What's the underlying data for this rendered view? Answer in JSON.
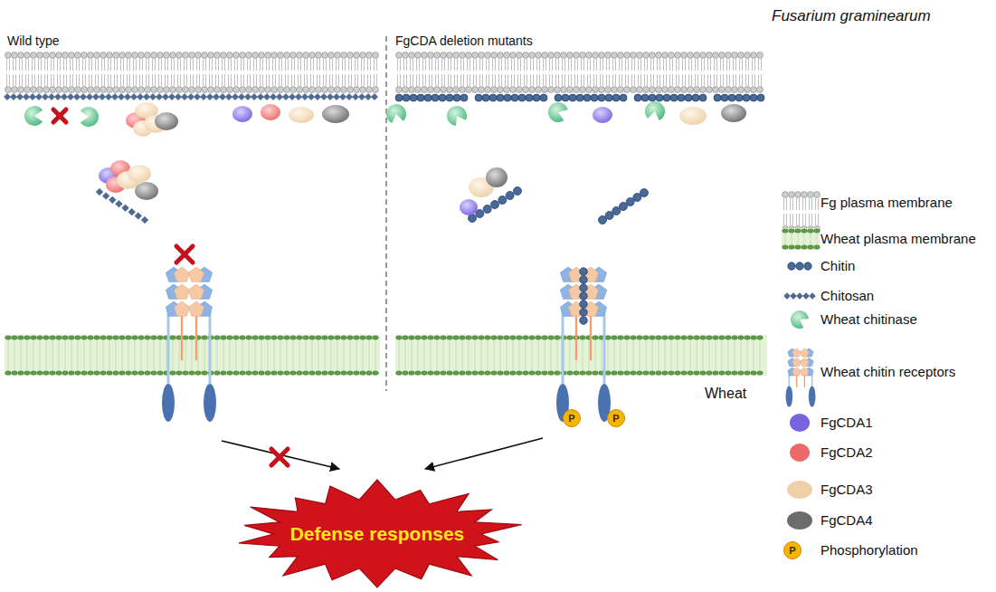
{
  "diagram": {
    "nodes": [
      {
        "text": [
          "Defense responses"
        ]
      }
    ],
    "labels": [
      "Fusarium graminearum",
      "Wild type",
      "FgCDA deletion mutants",
      "Wheat",
      "P",
      "P",
      "P"
    ],
    "legend": [
      {
        "text": "Fg plasma membrane"
      },
      {
        "text": "Wheat plasma membrane"
      },
      {
        "text": "Chitin"
      },
      {
        "text": "Chitosan"
      },
      {
        "text": "Wheat chitinase"
      },
      {
        "text": "Wheat chitin receptors"
      },
      {
        "text": "FgCDA1",
        "color": "#7a62e0"
      },
      {
        "text": "FgCDA2",
        "color": "#ee6a6a"
      },
      {
        "text": "FgCDA3",
        "color": "#edd0a8"
      },
      {
        "text": "FgCDA4",
        "color": "#6c6c6c"
      },
      {
        "text": "Phosphorylation"
      }
    ]
  }
}
